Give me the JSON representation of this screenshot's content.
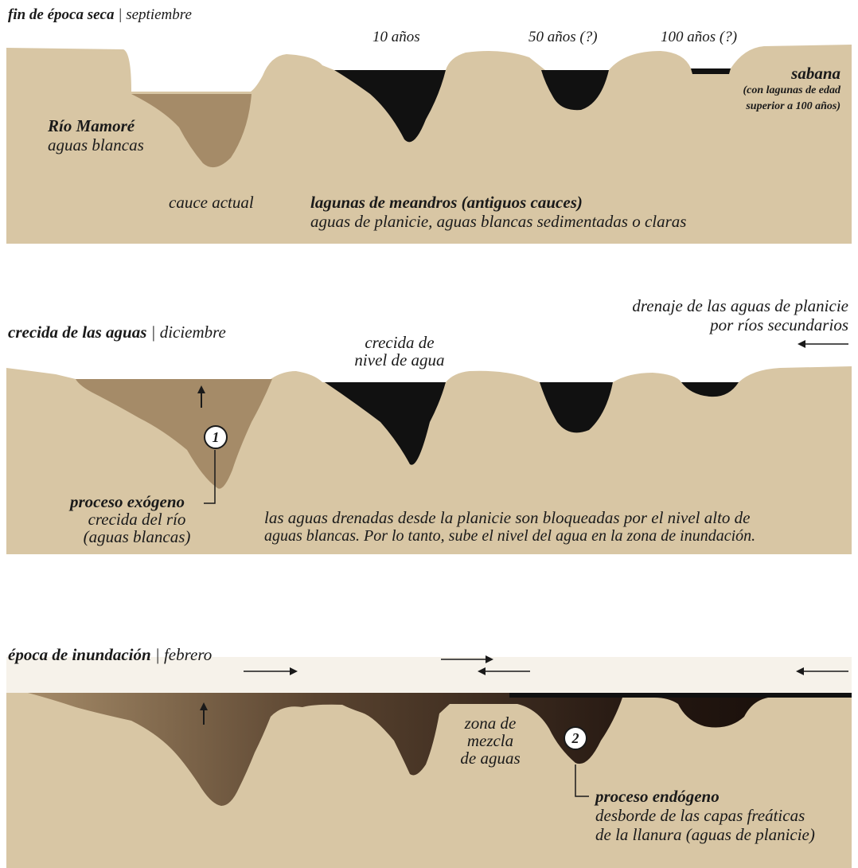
{
  "panel1": {
    "title_bold": "fin de época seca",
    "title_rest": "septiembre",
    "age_10": "10 años",
    "age_50": "50 años (?)",
    "age_100": "100 años (?)",
    "river_name": "Río Mamoré",
    "river_water": "aguas blancas",
    "channel": "cauce actual",
    "lakes_title": "lagunas de meandros (antiguos cauces)",
    "lakes_desc": "aguas de planicie, aguas blancas sedimentadas o claras",
    "savanna": "sabana",
    "savanna_note_1": "(con lagunas de edad",
    "savanna_note_2": "superior a 100 años)"
  },
  "panel2": {
    "title_bold": "crecida de las aguas",
    "title_rest": "diciembre",
    "drainage_1": "drenaje de las aguas de planicie",
    "drainage_2": "por ríos secundarios",
    "rise_1": "crecida de",
    "rise_2": "nivel de agua",
    "marker": "1",
    "process_title": "proceso exógeno",
    "process_1": "crecida del río",
    "process_2": "(aguas blancas)",
    "blocked_1": "las aguas drenadas desde la planicie son bloqueadas por el nivel alto de",
    "blocked_2": "aguas blancas. Por lo tanto, sube el nivel del agua en la zona de inundación."
  },
  "panel3": {
    "title_bold": "época de inundación",
    "title_rest": "febrero",
    "mix_1": "zona de",
    "mix_2": "mezcla",
    "mix_3": "de aguas",
    "marker": "2",
    "process_title": "proceso endógeno",
    "process_1": "desborde de las capas freáticas",
    "process_2": "de la llanura (aguas de planicie)"
  },
  "colors": {
    "ground": "#d8c6a4",
    "white_water": "#a58b68",
    "plain_water": "#111111",
    "mixed_water": "#3b2a1e"
  }
}
